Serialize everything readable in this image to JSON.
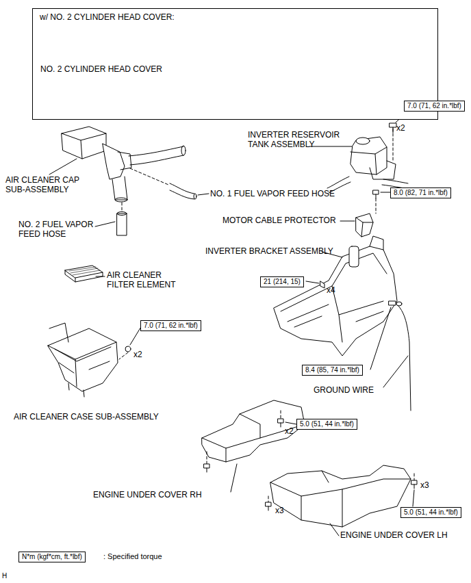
{
  "diagram": {
    "nodes": [
      {
        "text": [
          "w/ NO. 2 CYLINDER HEAD COVER:",
          "NO. 2 CYLINDER HEAD COVER"
        ]
      },
      {
        "text": [
          "7.0 (71, 62 in.*lbf)"
        ]
      },
      {
        "text": [
          "8.0 (82, 71 in.*lbf)"
        ]
      },
      {
        "text": [
          "21 (214, 15)"
        ]
      },
      {
        "text": [
          "7.0 (71, 62 in.*lbf)"
        ]
      },
      {
        "text": [
          "8.4 (85, 74 in.*lbf)"
        ]
      },
      {
        "text": [
          "5.0 (51, 44 in.*lbf)"
        ]
      },
      {
        "text": [
          "5.0 (51, 44 in.*lbf)"
        ]
      },
      {
        "text": [
          "N*m (kgf*cm, ft.*lbf)"
        ]
      }
    ],
    "labels": [
      "INVERTER RESERVOIR TANK ASSEMBLY",
      "x2",
      "AIR CLEANER CAP SUB-ASSEMBLY",
      "NO. 1 FUEL VAPOR FEED HOSE",
      "NO. 2 FUEL VAPOR FEED HOSE",
      "MOTOR CABLE PROTECTOR",
      "INVERTER BRACKET ASSEMBLY",
      "AIR CLEANER FILTER ELEMENT",
      "x4",
      "x2",
      "AIR CLEANER CASE SUB-ASSEMBLY",
      "GROUND WIRE",
      "x2",
      "ENGINE UNDER COVER RH",
      "x3",
      "x3",
      "ENGINE UNDER COVER LH",
      ": Specified torque",
      "H"
    ]
  }
}
